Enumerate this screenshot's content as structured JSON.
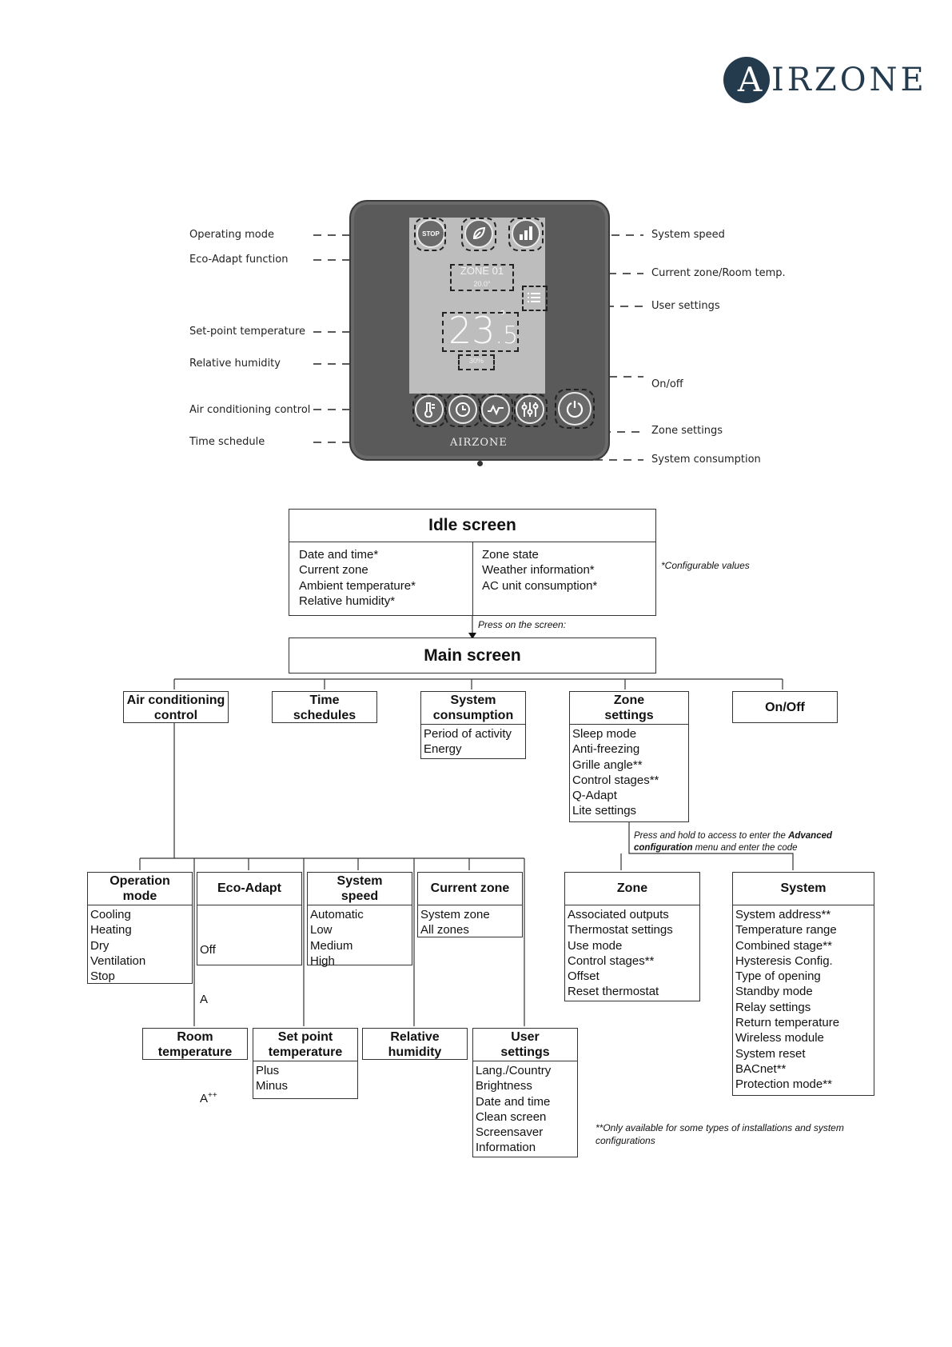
{
  "brand": {
    "logo_letter": "A",
    "logo_text": "IRZONE",
    "device_logo": "AIRZONE"
  },
  "device": {
    "zone_label": "ZONE 01",
    "zone_temp": "20.0°",
    "setpoint_main": "23",
    "setpoint_decimal": ".5",
    "setpoint_degree": "°",
    "humidity": "30%",
    "stop_label": "STOP",
    "icons": [
      "stop-icon",
      "eco-leaf-icon",
      "signal-bars-icon",
      "menu-list-icon",
      "thermometer-icon",
      "clock-icon",
      "consumption-wave-icon",
      "sliders-icon",
      "power-icon"
    ]
  },
  "callouts": {
    "left": [
      "Operating mode",
      "Eco-Adapt function",
      "Set-point temperature",
      "Relative humidity",
      "Air conditioning control",
      "Time schedule"
    ],
    "right": [
      "System speed",
      "Current zone/Room temp.",
      "User settings",
      "On/off",
      "Zone settings",
      "System consumption"
    ]
  },
  "idle": {
    "title": "Idle screen",
    "left_items": [
      "Date and time*",
      "Current zone",
      "Ambient temperature*",
      "Relative humidity*"
    ],
    "right_items": [
      "Zone state",
      "Weather information*",
      "AC unit consumption*"
    ],
    "note": "*Configurable values",
    "press": "Press on the screen:"
  },
  "main": {
    "title": "Main screen"
  },
  "level1": {
    "ac": {
      "title": "Air conditioning\ncontrol"
    },
    "time": {
      "title": "Time\nschedules"
    },
    "consumption": {
      "title": "System\nconsumption",
      "items": [
        "Period of activity",
        "Energy"
      ]
    },
    "zone": {
      "title": "Zone\nsettings",
      "items": [
        "Sleep mode",
        "Anti-freezing",
        "Grille angle**",
        "Control stages**",
        "Q-Adapt",
        "Lite settings"
      ]
    },
    "onoff": {
      "title": "On/Off"
    }
  },
  "advanced_note": {
    "prefix": "Press and hold to access to enter the ",
    "bold1": "Advanced",
    "line2_bold": "configuration",
    "line2_rest": " menu and enter the code"
  },
  "ac_children": {
    "operation": {
      "title": "Operation\nmode",
      "items": [
        "Cooling",
        "Heating",
        "Dry",
        "Ventilation",
        "Stop"
      ]
    },
    "eco": {
      "title": "Eco-Adapt",
      "items": [
        "Off",
        "A",
        "A",
        "A"
      ],
      "sup": [
        "",
        "",
        "+",
        "++"
      ]
    },
    "speed": {
      "title": "System\nspeed",
      "items": [
        "Automatic",
        "Low",
        "Medium",
        "High"
      ]
    },
    "current": {
      "title": "Current zone",
      "items": [
        "System zone",
        "All zones"
      ]
    },
    "room": {
      "title": "Room\ntemperature"
    },
    "setpoint": {
      "title": "Set point\ntemperature",
      "items": [
        "Plus",
        "Minus"
      ]
    },
    "humidity": {
      "title": "Relative\nhumidity"
    },
    "user": {
      "title": "User\nsettings",
      "items": [
        "Lang./Country",
        "Brightness",
        "Date and time",
        "Clean screen",
        "Screensaver",
        "Information"
      ]
    }
  },
  "advanced": {
    "zone": {
      "title": "Zone",
      "items": [
        "Associated outputs",
        "Thermostat settings",
        "Use mode",
        "Control stages**",
        "Offset",
        "Reset thermostat"
      ]
    },
    "system": {
      "title": "System",
      "items": [
        "System address**",
        "Temperature range",
        "Combined stage**",
        "Hysteresis Config.",
        "Type of opening",
        "Standby mode",
        "Relay settings",
        "Return temperature",
        "Wireless module",
        "System reset",
        "BACnet**",
        "Protection mode**"
      ]
    }
  },
  "footnote": "**Only available for some types of installations and system\nconfigurations"
}
